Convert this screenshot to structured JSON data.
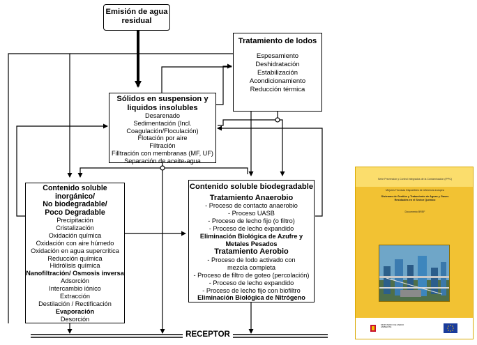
{
  "diagram": {
    "emision": {
      "title": "Emisión de agua residual"
    },
    "lodos": {
      "title": "Tratamiento de lodos",
      "items": [
        "Espesamiento",
        "Deshidratación",
        "Estabilización",
        "Acondicionamiento",
        "Reducción térmica"
      ]
    },
    "solidos": {
      "title_line1": "Sólidos en suspension y",
      "title_line2": "liquidos insolubles",
      "items": [
        "Desarenado",
        "Sedimentación (Incl.",
        "Coagulación/Floculación)",
        "Flotación por aire",
        "Filtración",
        "Filltración con membranas (MF, UF)",
        "Separación de aceite-agua"
      ]
    },
    "inorganico": {
      "title_lines": [
        "Contenido soluble",
        "inorgánico/",
        "No biodegradable/",
        "Poco Degradable"
      ],
      "items": [
        "Precipitación",
        "Cristalización",
        "Oxidación química",
        "Oxidación con aire húmedo",
        "Oxidación en agua supercrítica",
        "Reducción química",
        "Hidrólisis química",
        "Nanofiltración/ Osmosis inversa",
        "Adsorción",
        "Intercambio iónico",
        "Extracción",
        "Destilación / Rectificación",
        "Evaporación",
        "Desorción"
      ]
    },
    "biodegradable": {
      "title": "Contenido soluble biodegradable",
      "anaerobio": "Tratamiento Anaerobio",
      "anaerobio_items": [
        "- Proceso de contacto anaerobio",
        "- Proceso UASB",
        "- Proceso de lecho fijo (o filtro)",
        "- Proceso de lecho expandido"
      ],
      "azufre_line1": "Eliminación Biológica de Azufre y",
      "azufre_line2": "Metales Pesados",
      "aerobio": "Tratamiento Aerobio",
      "aerobio_items": [
        "- Proceso de lodo activado con",
        "mezcla completa",
        "- Proceso de filtro de goteo (percolación)",
        "- Proceso de lecho expandido",
        "- Proceso de lecho fijo con biofiltro"
      ],
      "nitrogeno": "Eliminación Biológica de Nitrógeno"
    },
    "receptor": "RECEPTOR"
  },
  "cover": {
    "series": "Serie Prevención y Control Integrados de la Contaminación (IPPC)",
    "subtitle": "Mejores Técnicas Disponibles de referencia europea",
    "title_line1": "Sistemas de Gestión y Tratamiento de Aguas y Gases",
    "title_line2": "Residuales en el Sector Químico",
    "document": "Documento BREF",
    "ministry": "MINISTERIO DE MEDIO AMBIENTE",
    "colors": {
      "cover_bg": "#f2c233",
      "header_bg": "#fbdd6c",
      "eu_blue": "#1a3c9c",
      "eu_stars": "#ffcc00"
    }
  }
}
